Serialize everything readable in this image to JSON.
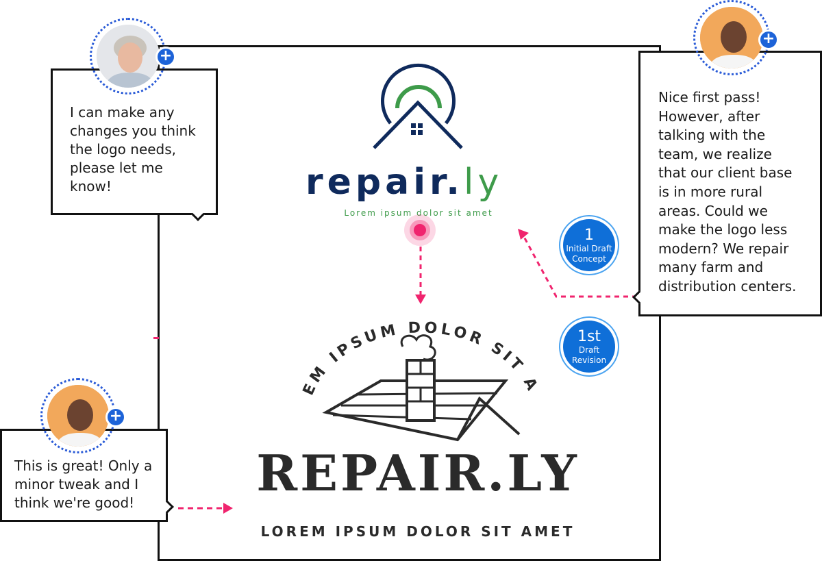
{
  "top_logo": {
    "wordmark_main": "repair",
    "wordmark_dot": ".",
    "wordmark_suffix": "ly",
    "tagline": "Lorem ipsum dolor sit amet",
    "colors": {
      "navy": "#0f2a5c",
      "green": "#3e9b4a"
    }
  },
  "bottom_logo": {
    "arc_text": "LOREM IPSUM DOLOR SIT AMET",
    "wordmark": "REPAIR.LY",
    "tagline": "LOREM IPSUM DOLOR SIT AMET",
    "color": "#2a2a2a"
  },
  "comments": [
    {
      "id": "designer",
      "lines": [
        "I can make any",
        "changes you think",
        "the logo needs,",
        "please let me",
        "know!"
      ]
    },
    {
      "id": "client-feedback",
      "lines": [
        "Nice first pass!",
        "However, after",
        "talking with the",
        "team, we realize",
        "that our client base",
        "is in more rural",
        "areas. Could we",
        "make the logo less",
        "modern? We repair",
        "many farm and",
        "distribution centers."
      ]
    },
    {
      "id": "client-approval",
      "lines": [
        "This is great! Only a",
        "minor tweak and I",
        "think we're good!"
      ]
    }
  ],
  "badges": [
    {
      "number": "1",
      "label_line1": "Initial Draft",
      "label_line2": "Concept"
    },
    {
      "number": "1st",
      "label_line1": "Draft",
      "label_line2": "Revision"
    }
  ],
  "icons": {
    "add": "plus-icon",
    "marker": "pin-marker-icon"
  },
  "colors": {
    "accent_pink": "#f0246e",
    "badge_blue": "#0f6fd8",
    "avatar_ring": "#2a5bd7"
  }
}
